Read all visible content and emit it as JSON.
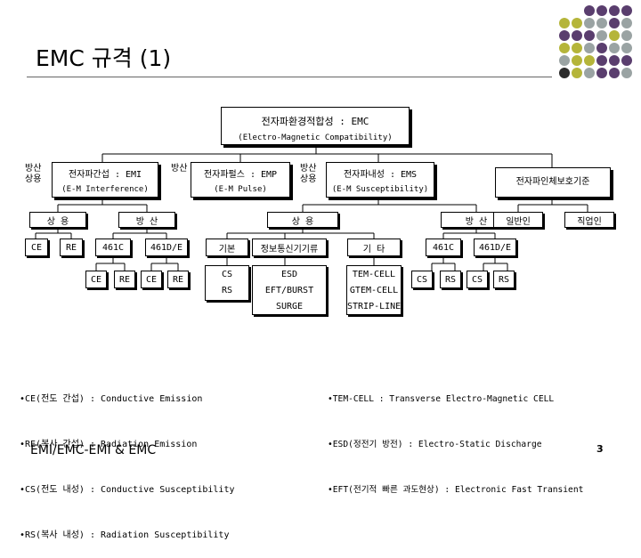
{
  "title": "EMC 규격 (1)",
  "top": {
    "title": "전자파환경적합성 : EMC",
    "subtitle": "(Electro-Magnetic Compatibility)"
  },
  "emi": {
    "tag": "방산\n상용",
    "title": "전자파간섭 : EMI",
    "subtitle": "(E-M Interference)"
  },
  "emp": {
    "tag": "방산",
    "title": "전자파펄스 : EMP",
    "subtitle": "(E-M Pulse)"
  },
  "ems": {
    "tag": "방산\n상용",
    "title": "전자파내성 : EMS",
    "subtitle": "(E-M Susceptibility)"
  },
  "human": {
    "title": "전자파인체보호기준"
  },
  "level2": {
    "sang_ung_1": "상 용",
    "bang_san_1": "방 산",
    "sang_ung_2": "상 용",
    "bang_san_2": "방 산",
    "general": "일반인",
    "worker": "직업인"
  },
  "level3": {
    "ce": "CE",
    "re": "RE",
    "c461_1": "461C",
    "e461d_1": "461D/E",
    "basic": "기본",
    "telecom": "정보통신기기류",
    "other": "기 타",
    "c461_2": "461C",
    "e461d_2": "461D/E"
  },
  "level4": {
    "ce1": "CE",
    "re1": "RE",
    "ce2": "CE",
    "re2": "RE",
    "cs": "CS",
    "rs": "RS",
    "esd": "ESD",
    "eft": "EFT/BURST",
    "surge": "SURGE",
    "tem": "TEM-CELL",
    "gtem": "GTEM-CELL",
    "strip": "STRIP-LINE",
    "cs1": "CS",
    "rs1": "RS",
    "cs2": "CS",
    "rs2": "RS"
  },
  "notes_left": [
    "•CE(전도 간섭) : Conductive Emission",
    "•RE(복사 간섭) : Radiation Emission",
    "•CS(전도 내성) : Conductive Susceptibility",
    "•RS(복사 내성) : Radiation Susceptibility"
  ],
  "notes_right": [
    "•TEM-CELL : Transverse Electro-Magnetic CELL",
    "•ESD(정전기 방전) : Electro-Static Discharge",
    "•EFT(전기적 빠른 과도현상) : Electronic Fast Transient"
  ],
  "footer": "EMI/EMC-EMI & EMC",
  "page_number": "3",
  "colors": {
    "purple": "#5a3e6e",
    "olive": "#b5b53a",
    "gray": "#9aa3a3",
    "dark": "#2b2b2b"
  }
}
